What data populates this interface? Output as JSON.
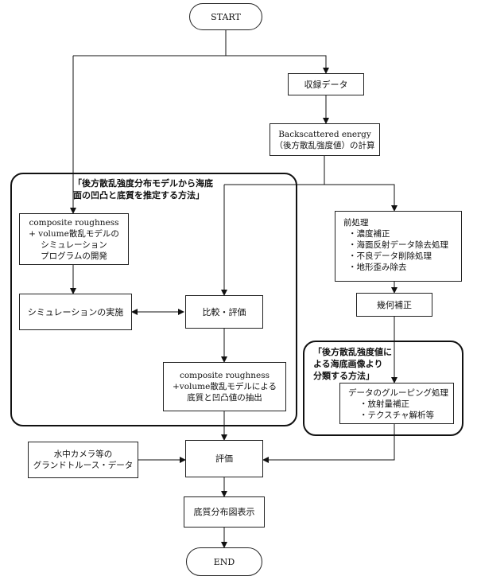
{
  "nodes": {
    "start": "START",
    "recording": "収録データ",
    "backscatter": [
      "Backscattered energy",
      "（後方散乱強度値）の計算"
    ],
    "method1_title": [
      "「後方散乱強度分布モデルから海底",
      "面の凹凸と底質を推定する方法」"
    ],
    "sim_program": [
      "composite roughness",
      "+ volume散乱モデルの",
      "シミュレーション",
      "プログラムの開発"
    ],
    "sim_exec": "シミュレーションの実施",
    "compare": "比較・評価",
    "extract": [
      "composite roughness",
      "+volume散乱モデルによる",
      "底質と凹凸値の抽出"
    ],
    "preprocess": [
      "前処理",
      "・濃度補正",
      "・海面反射データ除去処理",
      "・不良データ削除処理",
      "・地形歪み除去"
    ],
    "geometric": "幾何補正",
    "method2_title": [
      "「後方散乱強度値に",
      "よる海底画像より",
      "分類する方法」"
    ],
    "grouping": [
      "データのグルーピング処理",
      "・放射量補正",
      "・テクスチャ解析等"
    ],
    "ground_truth": [
      "水中カメラ等の",
      "グランドトルース・データ"
    ],
    "evaluation": "評価",
    "distribution": "底質分布図表示",
    "end": "END"
  }
}
